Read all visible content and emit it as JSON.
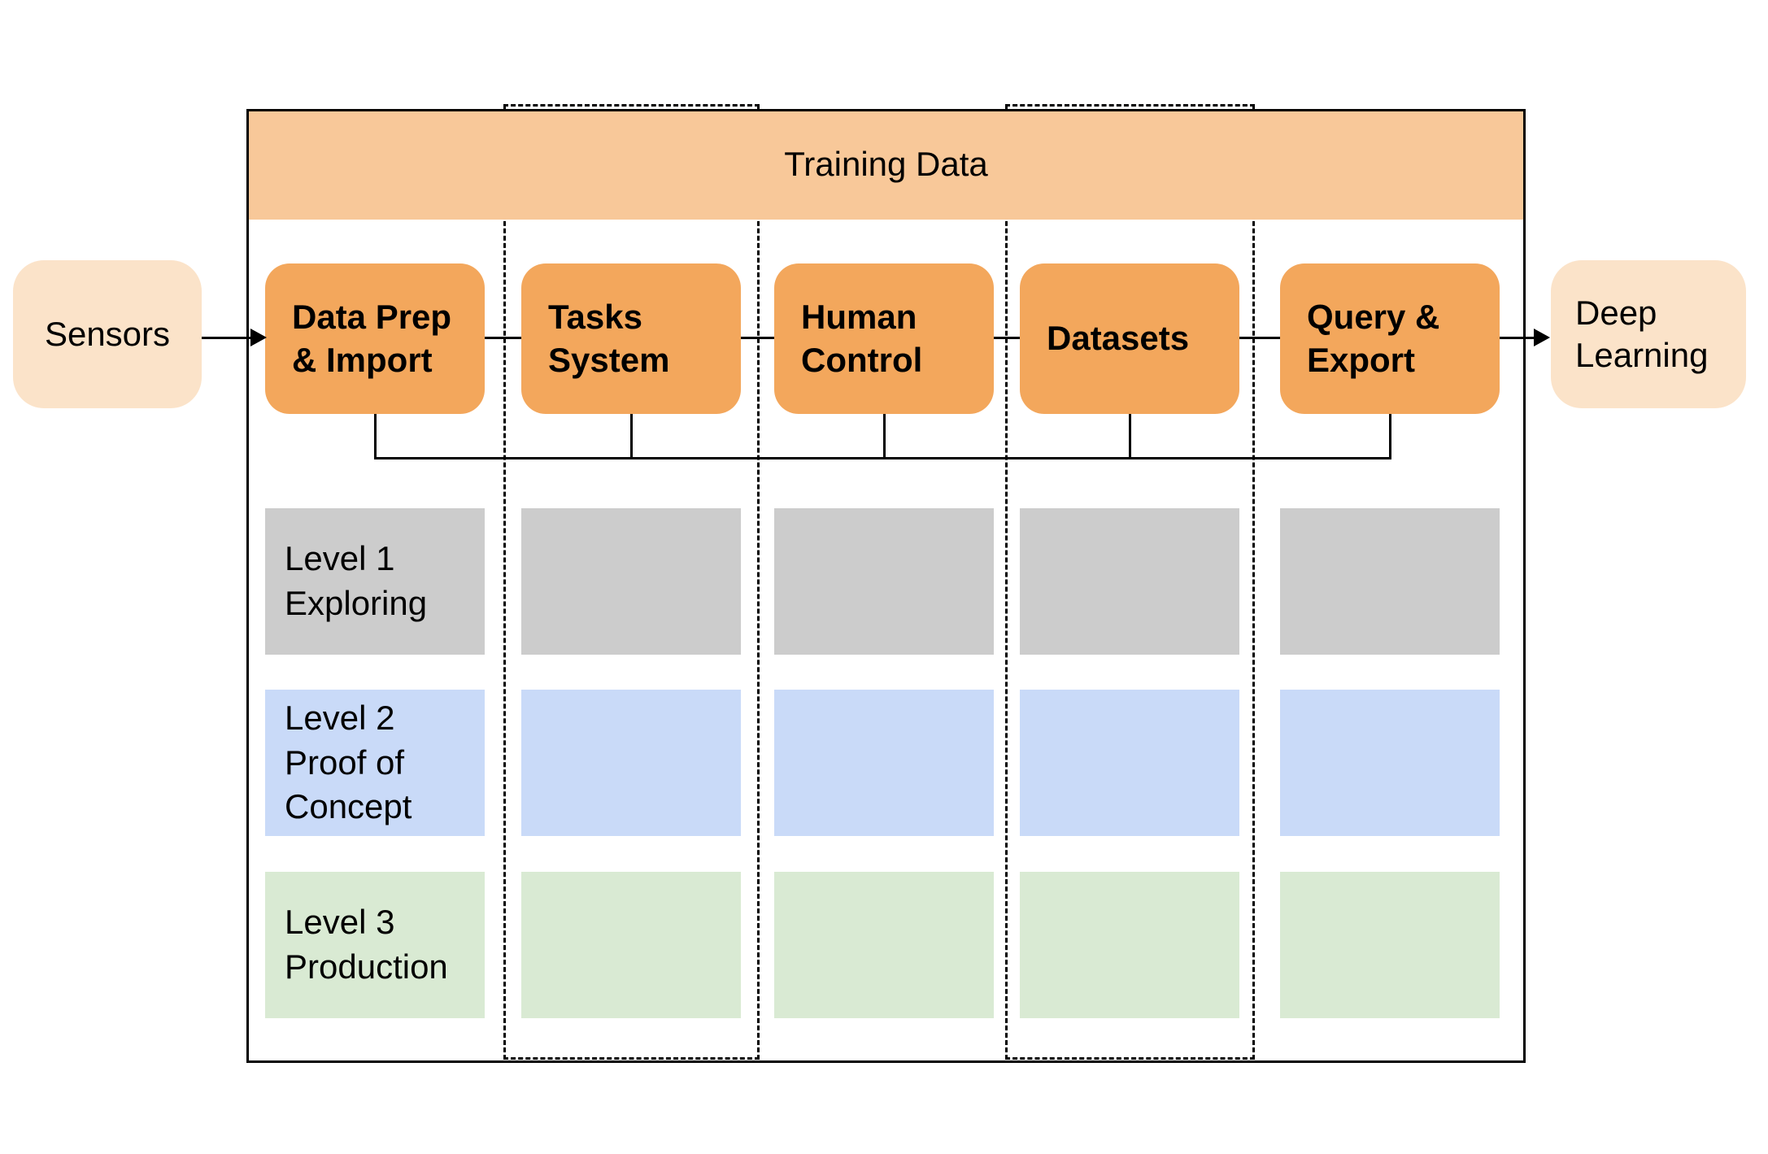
{
  "diagram": {
    "title": "Training Data",
    "source_node": {
      "label": "Sensors"
    },
    "sink_node": {
      "label": "Deep Learning"
    },
    "pipeline_stages": [
      {
        "label": "Data Prep & Import"
      },
      {
        "label": "Tasks System"
      },
      {
        "label": "Human Control"
      },
      {
        "label": "Datasets"
      },
      {
        "label": "Query & Export"
      }
    ],
    "maturity_levels": [
      {
        "label": "Level 1 Exploring",
        "color": "#CCCCCC"
      },
      {
        "label": "Level 2 Proof of Concept",
        "color": "#C9DAF8"
      },
      {
        "label": "Level 3 Production",
        "color": "#D9EAD3"
      }
    ],
    "colors": {
      "header_fill": "#F8C899",
      "stage_fill": "#F3A75C",
      "endpoint_fill": "#FBE3C9",
      "line": "#000000"
    }
  }
}
